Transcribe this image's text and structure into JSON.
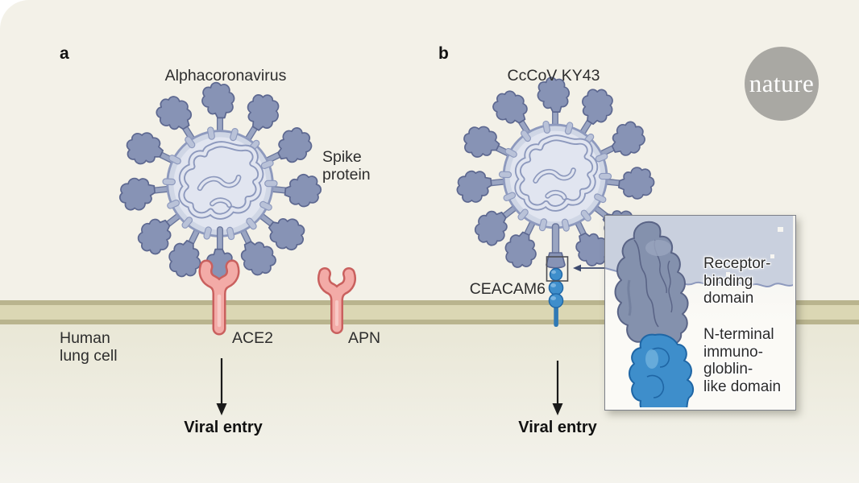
{
  "figure": {
    "panel_a": {
      "label": "a",
      "virus_title": "Alphacoronavirus",
      "spike_label": "Spike\nprotein",
      "cell_label": "Human\nlung cell",
      "receptor1_label": "ACE2",
      "receptor2_label": "APN",
      "outcome_label": "Viral entry"
    },
    "panel_b": {
      "label": "b",
      "virus_title": "CcCoV KY43",
      "receptor_label": "CEACAM6",
      "outcome_label": "Viral entry",
      "inset": {
        "rbd_label": "Receptor-\nbinding\ndomain",
        "nterm_label": "N-terminal\nimmuno-\ngloblin-\nlike domain"
      }
    },
    "logo_text": "nature",
    "icons": {
      "viral_entry_arrow": "down-arrow",
      "inset_pointer_arrow": "left-arrow"
    },
    "colors": {
      "background": "#f3f1e8",
      "membrane_line": "#b9b48e",
      "membrane_fill": "#dbd7b4",
      "cytoplasm": "#e9e7d6",
      "virus_outline": "#5d6890",
      "virus_spike": "#8793b5",
      "virus_body": "#e1e5f0",
      "receptor_pink": "#f3aba7",
      "receptor_pink_outline": "#c9605e",
      "receptor_blue": "#3e8ecb",
      "receptor_blue_dark": "#1f66a5",
      "logo_gray": "#a9a8a3",
      "arrow_black": "#1a1a1a"
    }
  }
}
